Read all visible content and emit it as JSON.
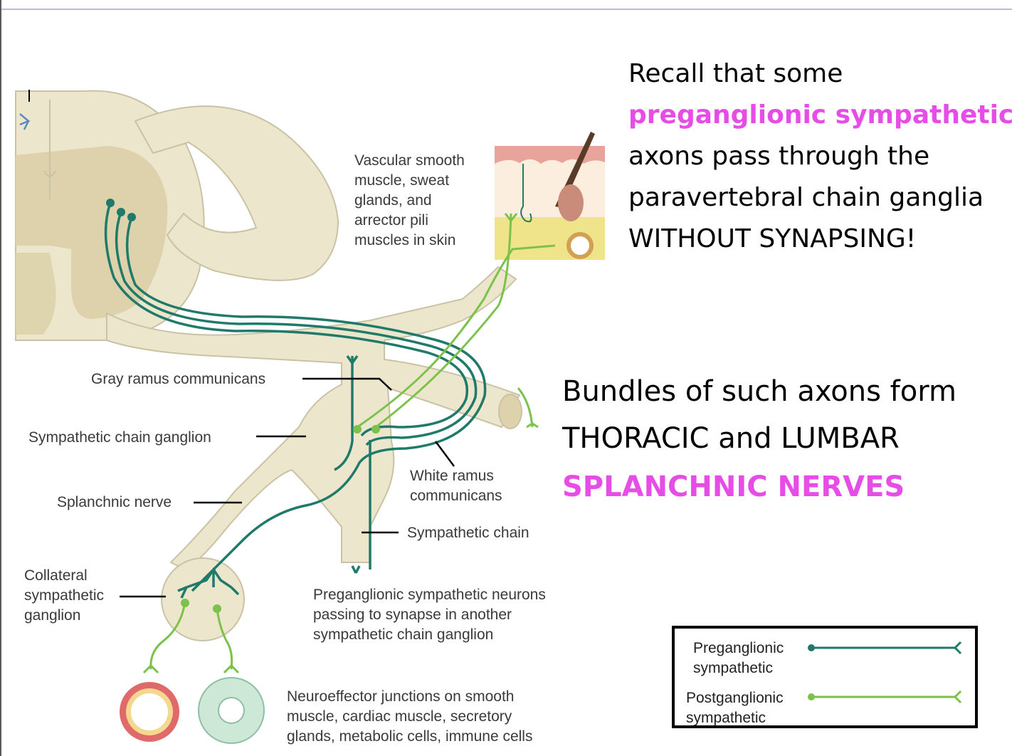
{
  "side_text": {
    "recall_l1": "Recall that some",
    "recall_l2": "preganglionic sympathetic",
    "recall_l3": "axons pass through the",
    "recall_l4": "paravertebral chain ganglia",
    "recall_l5": "WITHOUT SYNAPSING!",
    "bundles_l1": "Bundles of such axons form",
    "bundles_l2": "THORACIC and LUMBAR",
    "bundles_l3": "SPLANCHNIC NERVES"
  },
  "labels": {
    "vascular": "Vascular smooth\nmuscle, sweat\nglands, and\narrector pili\nmuscles in skin",
    "gray_ramus": "Gray ramus communicans",
    "chain_ganglion": "Sympathetic chain ganglion",
    "white_ramus": "White ramus\ncommunicans",
    "splanchnic": "Splanchnic nerve",
    "sympathetic_chain": "Sympathetic chain",
    "collateral": "Collateral\nsympathetic\nganglion",
    "preganglionic_passing": "Preganglionic sympathetic neurons\npassing to synapse in another\nsympathetic chain ganglion",
    "neuroeffector": "Neuroeffector junctions on smooth\nmuscle, cardiac muscle, secretory\nglands, metabolic cells, immune cells"
  },
  "legend": {
    "preganglionic": "Preganglionic\nsympathetic",
    "postganglionic": "Postganglionic\nsympathetic"
  },
  "colors": {
    "preganglionic": "#1f7a6a",
    "postganglionic": "#7cc24a",
    "highlight": "#e64de6",
    "nerve_tissue": "#ece6cc",
    "gray_matter": "#ddd2ab"
  }
}
